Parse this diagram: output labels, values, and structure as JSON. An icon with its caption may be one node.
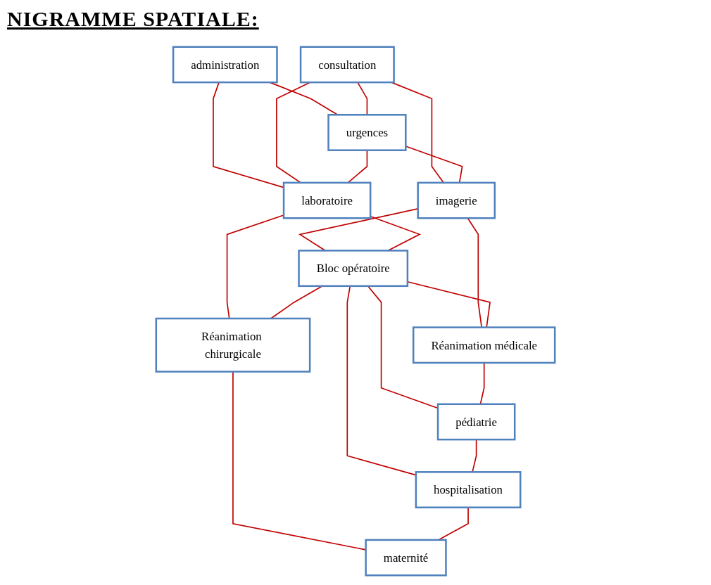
{
  "diagram": {
    "title": "NIGRAMME SPATIALE:",
    "nodes": [
      {
        "text": [
          "administration"
        ]
      },
      {
        "text": [
          "consultation"
        ]
      },
      {
        "text": [
          "urgences"
        ]
      },
      {
        "text": [
          "imagerie"
        ]
      },
      {
        "text": [
          "laboratoire"
        ]
      },
      {
        "text": [
          "Bloc opératoire"
        ]
      },
      {
        "text": [
          "Réanimation médicale"
        ]
      },
      {
        "text": [
          "Réanimation chirurgicale"
        ]
      },
      {
        "text": [
          "pédiatrie"
        ]
      },
      {
        "text": [
          "hospitalisation"
        ]
      },
      {
        "text": [
          "maternité"
        ]
      }
    ],
    "edges": [
      {
        "from": 0,
        "to": 2,
        "arrow": "none"
      },
      {
        "from": 0,
        "to": 4,
        "arrow": "none"
      },
      {
        "from": 1,
        "to": 2,
        "arrow": "none"
      },
      {
        "from": 1,
        "to": 3,
        "arrow": "none"
      },
      {
        "from": 1,
        "to": 4,
        "arrow": "none"
      },
      {
        "from": 2,
        "to": 3,
        "arrow": "none"
      },
      {
        "from": 2,
        "to": 4,
        "arrow": "none"
      },
      {
        "from": 3,
        "to": 5,
        "arrow": "none"
      },
      {
        "from": 4,
        "to": 5,
        "arrow": "none"
      },
      {
        "from": 3,
        "to": 6,
        "arrow": "none"
      },
      {
        "from": 4,
        "to": 7,
        "arrow": "none"
      },
      {
        "from": 5,
        "to": 6,
        "arrow": "none"
      },
      {
        "from": 5,
        "to": 8,
        "arrow": "none"
      },
      {
        "from": 5,
        "to": 9,
        "arrow": "none"
      },
      {
        "from": 5,
        "to": 7,
        "arrow": "none"
      },
      {
        "from": 6,
        "to": 8,
        "arrow": "none"
      },
      {
        "from": 7,
        "to": 10,
        "arrow": "none"
      },
      {
        "from": 8,
        "to": 9,
        "arrow": "none"
      },
      {
        "from": 9,
        "to": 10,
        "arrow": "none"
      }
    ]
  }
}
